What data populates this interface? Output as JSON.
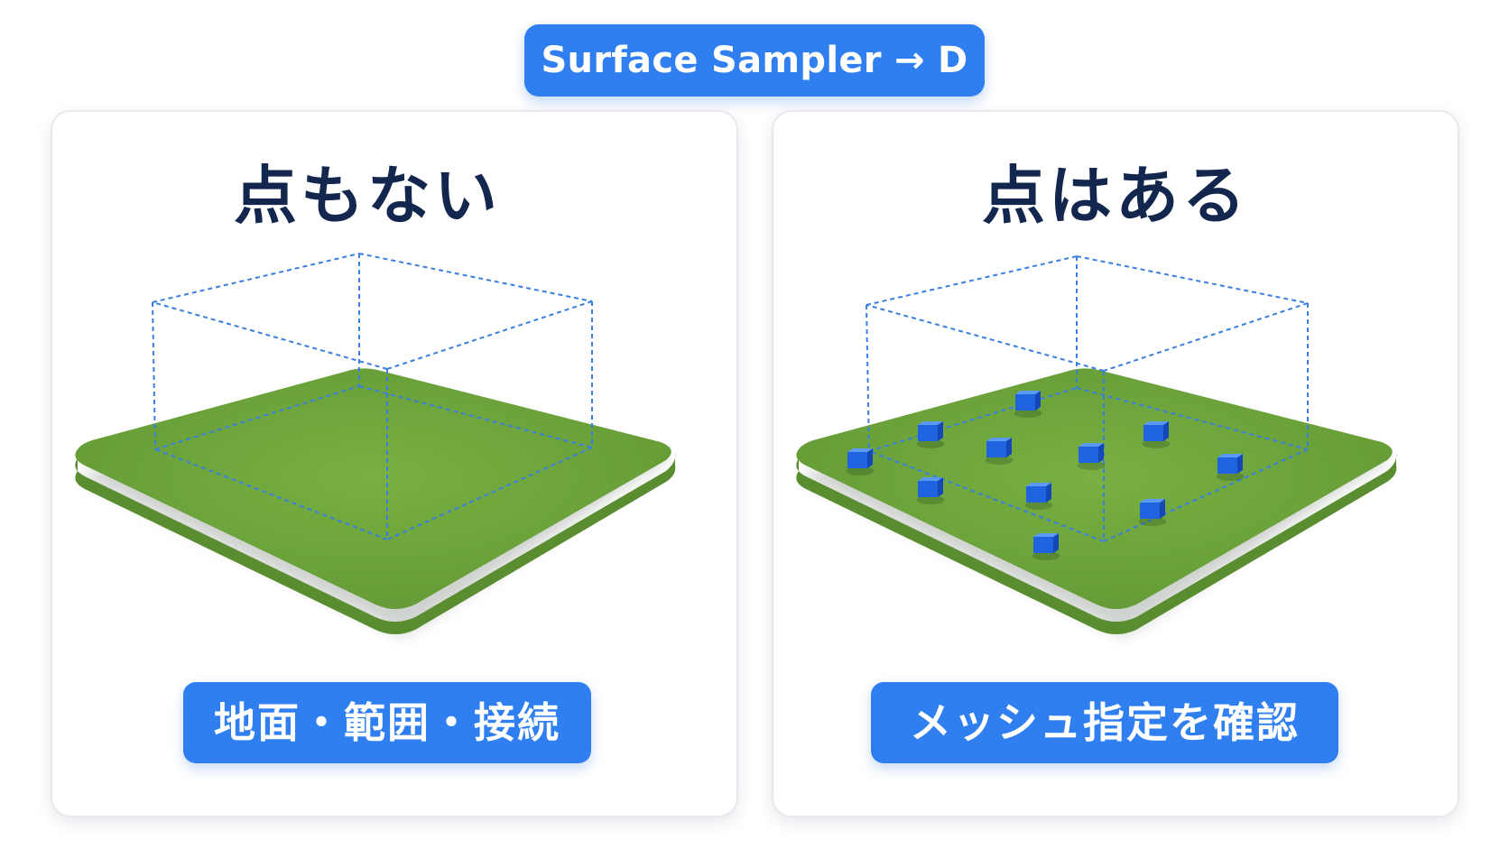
{
  "header": {
    "title": "Surface Sampler → D"
  },
  "panels": [
    {
      "title": "点もない",
      "caption": "地面・範囲・接続",
      "show_points": false
    },
    {
      "title": "点はある",
      "caption": "メッシュ指定を確認",
      "show_points": true
    }
  ],
  "colors": {
    "accent": "#2f7ff0",
    "title_text": "#13264d",
    "ground": "#6fa83d",
    "ground_edge": "#5a8d30",
    "bounds_line": "#3a7fe0",
    "point": "#1f63e0"
  }
}
